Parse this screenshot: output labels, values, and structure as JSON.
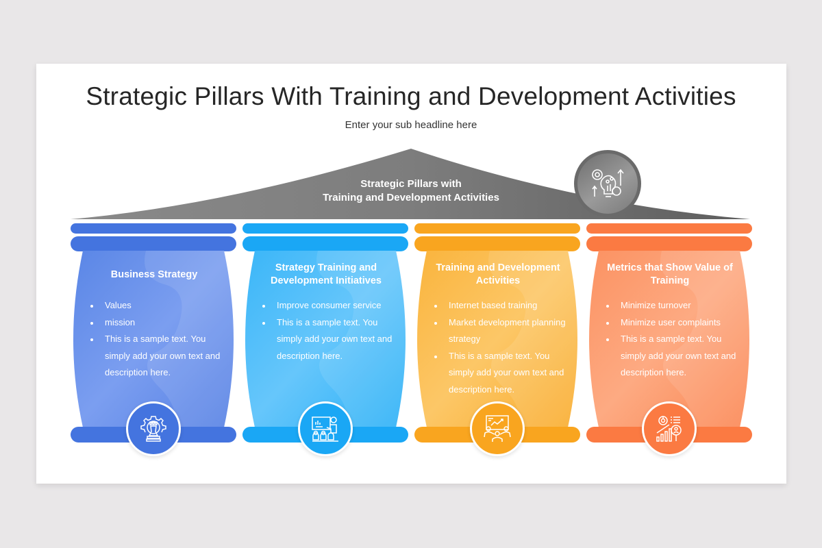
{
  "slide": {
    "title": "Strategic Pillars With Training and Development Activities",
    "subtitle": "Enter your sub headline here"
  },
  "roof": {
    "label_line1": "Strategic Pillars with",
    "label_line2": "Training and Development Activities",
    "icon": "bulb-gears-growth-icon",
    "color": "#7a7a7a"
  },
  "pillars": [
    {
      "title": "Business Strategy",
      "bullets": [
        "Values",
        "mission",
        "This is a sample text. You simply add your own text and description here."
      ],
      "icon": "chess-rook-gear-icon",
      "color": "#4474df",
      "body_light": "#7b9ef0",
      "body_dark": "#4f7de3"
    },
    {
      "title": "Strategy Training and Development Initiatives",
      "bullets": [
        "Improve consumer service",
        "This is a sample text. You simply add your own text and description here."
      ],
      "icon": "presentation-teacher-icon",
      "color": "#1aa7f5",
      "body_light": "#66c6fb",
      "body_dark": "#2ab0f7"
    },
    {
      "title": "Training and Development Activities",
      "bullets": [
        "Internet based training",
        "Market development planning strategy",
        "This is a sample text. You simply add your own text and description here."
      ],
      "icon": "team-meeting-chart-icon",
      "color": "#f9a51f",
      "body_light": "#fcc767",
      "body_dark": "#f9ab2c"
    },
    {
      "title": "Metrics that Show Value of Training",
      "bullets": [
        "Minimize turnover",
        "Minimize user complaints",
        "This is a sample text. You simply add your own text and description here."
      ],
      "icon": "analytics-magnifier-icon",
      "color": "#fb7a42",
      "body_light": "#fdaa82",
      "body_dark": "#fb8652"
    }
  ]
}
